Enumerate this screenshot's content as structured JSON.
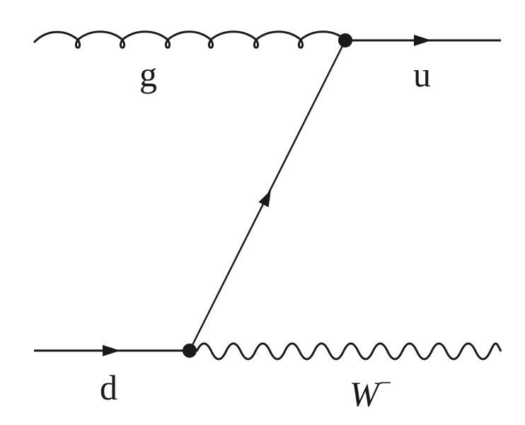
{
  "diagram": {
    "type": "feynman",
    "particles": {
      "gluon": {
        "label": "g"
      },
      "up_quark": {
        "label": "u"
      },
      "down_quark": {
        "label": "d"
      },
      "w_boson": {
        "label": "W",
        "charge": "−"
      }
    },
    "line_color": "#1a1a1a"
  }
}
